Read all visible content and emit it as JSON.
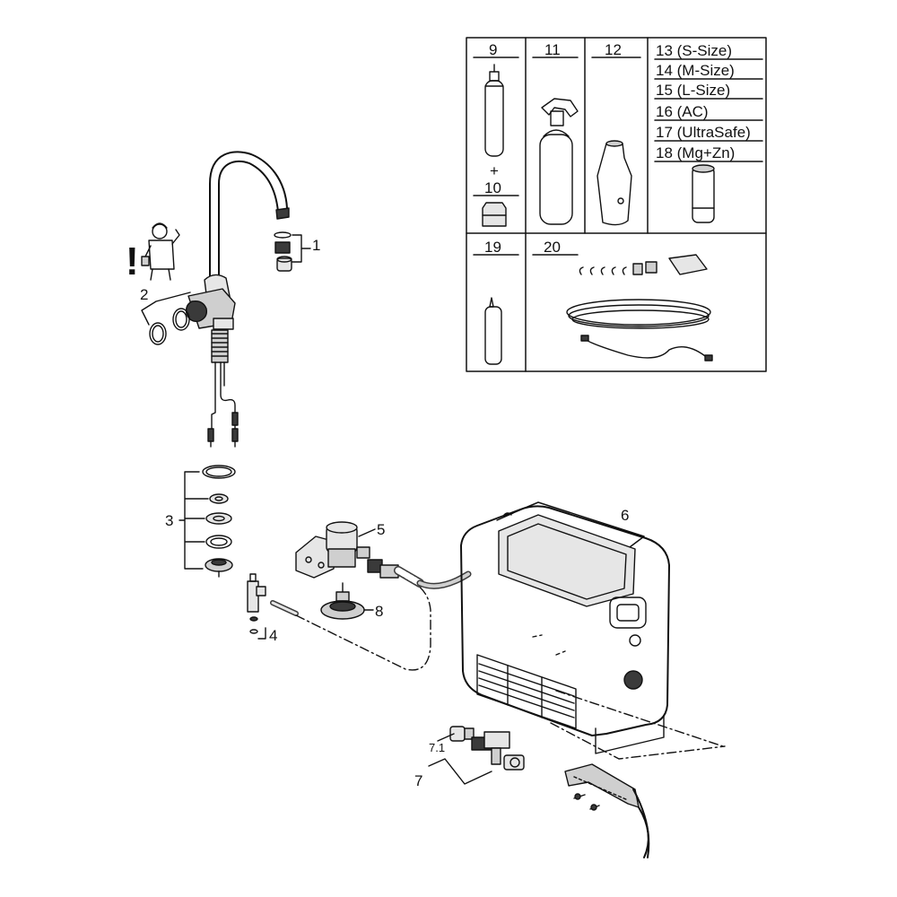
{
  "callouts": {
    "c1": "1",
    "c2": "2",
    "c3": "3",
    "c4": "4",
    "c5": "5",
    "c6": "6",
    "c7": "7",
    "c71": "7.1",
    "c8": "8"
  },
  "warning_mark": "!",
  "table": {
    "col9": "9",
    "plus": "+",
    "col10": "10",
    "col11": "11",
    "col12": "12",
    "sizes": [
      "13 (S-Size)",
      "14 (M-Size)",
      "15 (L-Size)",
      "16 (AC)",
      "17 (UltraSafe)",
      "18 (Mg+Zn)"
    ],
    "col19": "19",
    "col20": "20"
  },
  "colors": {
    "line": "#111111",
    "fill_gray": "#cfcfcf",
    "fill_dark": "#3a3a3a"
  }
}
